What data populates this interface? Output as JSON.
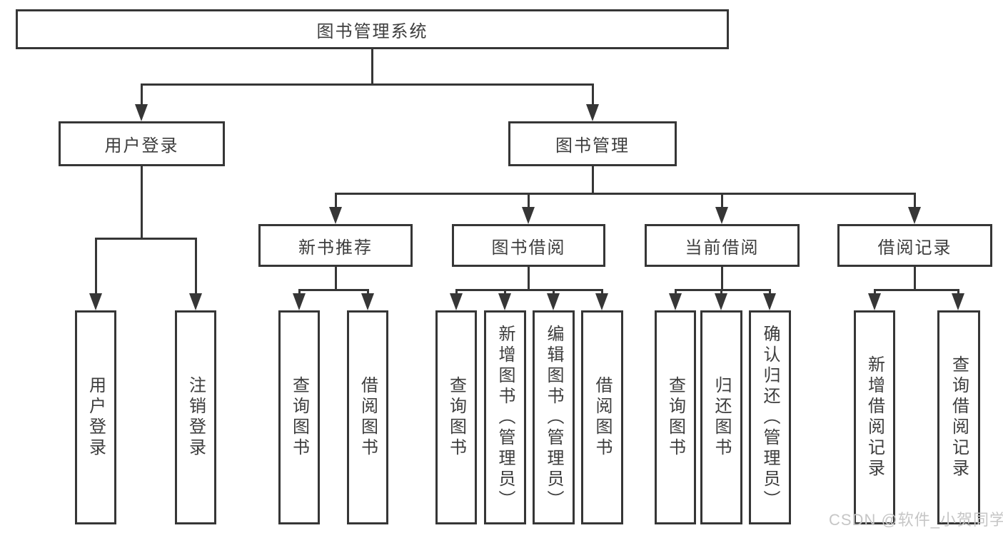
{
  "tree": {
    "label": "图书管理系统",
    "children": [
      {
        "label": "用户登录",
        "children": [
          {
            "label": "用户登录"
          },
          {
            "label": "注销登录"
          }
        ]
      },
      {
        "label": "图书管理",
        "children": [
          {
            "label": "新书推荐",
            "children": [
              {
                "label": "查询图书"
              },
              {
                "label": "借阅图书"
              }
            ]
          },
          {
            "label": "图书借阅",
            "children": [
              {
                "label": "查询图书"
              },
              {
                "label": "新增图书（管理员）"
              },
              {
                "label": "编辑图书（管理员）"
              },
              {
                "label": "借阅图书"
              }
            ]
          },
          {
            "label": "当前借阅",
            "children": [
              {
                "label": "查询图书"
              },
              {
                "label": "归还图书"
              },
              {
                "label": "确认归还（管理员）"
              }
            ]
          },
          {
            "label": "借阅记录",
            "children": [
              {
                "label": "新增借阅记录"
              },
              {
                "label": "查询借阅记录"
              }
            ]
          }
        ]
      }
    ]
  },
  "watermark": {
    "text": "CSDN @软件_小贺同学"
  },
  "colors": {
    "line": "#363636",
    "text": "#3d3d3d",
    "background": "#ffffff",
    "watermark": "#c6c6c6"
  }
}
